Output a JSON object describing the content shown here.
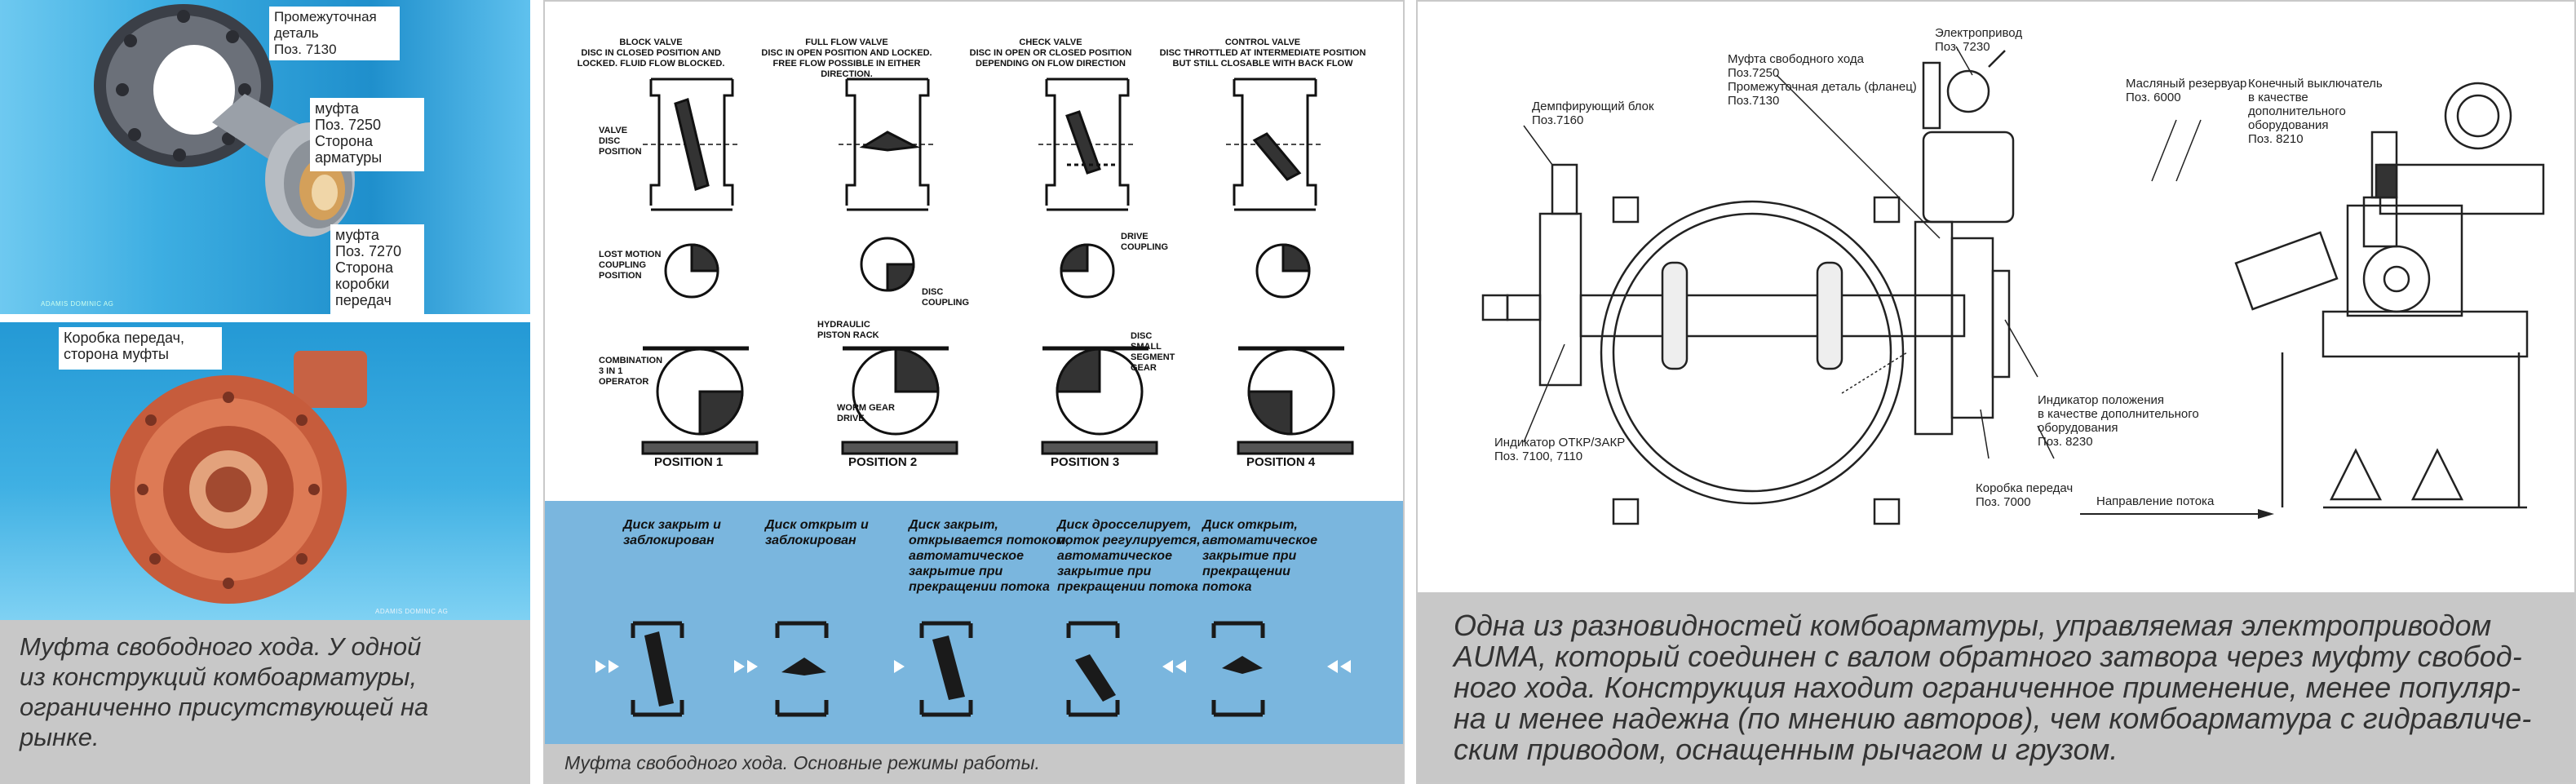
{
  "panel1": {
    "top_photo_credit": "ADAMIS DOMINIC AG",
    "bottom_photo_credit": "ADAMIS DOMINIC AG",
    "label_intermediate": [
      "Промежуточная",
      "деталь",
      "Поз. 7130"
    ],
    "label_coupling_valve": [
      "муфта",
      "Поз. 7250",
      "Сторона",
      "арматуры"
    ],
    "label_coupling_gearbox": [
      "муфта",
      "Поз. 7270",
      "Сторона",
      "коробки",
      "передач"
    ],
    "label_gearbox": [
      "Коробка передач,",
      "сторона муфты"
    ],
    "caption": [
      "Муфта свободного хода. У одной",
      "из конструкций комбоарматуры,",
      "ограниченно присутствующей на",
      "рынке."
    ]
  },
  "panel2": {
    "headers": [
      {
        "title": "BLOCK VALVE",
        "text": [
          "DISC IN CLOSED POSITION AND",
          "LOCKED. FLUID FLOW BLOCKED."
        ]
      },
      {
        "title": "FULL FLOW VALVE",
        "text": [
          "DISC IN OPEN POSITION AND LOCKED.",
          "FREE FLOW POSSIBLE IN EITHER DIRECTION."
        ]
      },
      {
        "title": "CHECK VALVE",
        "text": [
          "DISC IN OPEN OR CLOSED POSITION",
          "DEPENDING ON FLOW DIRECTION"
        ]
      },
      {
        "title": "CONTROL VALVE",
        "text": [
          "DISC THROTTLED AT INTERMEDIATE POSITION",
          "BUT STILL CLOSABLE WITH BACK FLOW"
        ]
      }
    ],
    "row_labels": {
      "valve_disc": [
        "VALVE",
        "DISC",
        "POSITION"
      ],
      "lost_motion": [
        "LOST MOTION",
        "COUPLING",
        "POSITION"
      ],
      "combination": [
        "COMBINATION",
        "3 IN 1",
        "OPERATOR"
      ]
    },
    "callouts": {
      "disc_coupling": [
        "DISC",
        "COUPLING"
      ],
      "drive_coupling": [
        "DRIVE",
        "COUPLING"
      ],
      "hydraulic": [
        "HYDRAULIC",
        "PISTON RACK"
      ],
      "worm_gear": [
        "WORM GEAR",
        "DRIVE"
      ],
      "disc_segment": [
        "DISC",
        "SMALL",
        "SEGMENT",
        "GEAR"
      ]
    },
    "positions": [
      "POSITION 1",
      "POSITION 2",
      "POSITION 3",
      "POSITION 4"
    ],
    "modes": [
      [
        "Диск закрыт и",
        "заблокирован"
      ],
      [
        "Диск открыт и",
        "заблокирован"
      ],
      [
        "Диск закрыт,",
        "открывается потоком,",
        "автоматическое",
        "закрытие при",
        "прекращении потока"
      ],
      [
        "Диск  дросселирует,",
        "поток  регулируется,",
        "автоматическое",
        "закрытие при",
        "прекращении потока"
      ],
      [
        "Диск открыт,",
        "автоматическое",
        "закрытие при",
        "прекращении",
        "потока"
      ]
    ],
    "caption": "Муфта свободного хода. Основные режимы работы."
  },
  "panel3": {
    "labels": {
      "damper": [
        "Демпфирующий блок",
        "Поз.7160"
      ],
      "coupling": [
        "Муфта свободного хода",
        "Поз.7250",
        "Промежуточная деталь (фланец)",
        "Поз.7130"
      ],
      "actuator": [
        "Электропривод",
        "Поз. 7230"
      ],
      "oil": [
        "Масляный резервуар",
        "Поз. 6000"
      ],
      "limit": [
        "Конечный выключатель",
        "в качестве",
        "дополнительного",
        "оборудования",
        "Поз. 8210"
      ],
      "indicator_open": [
        "Индикатор ОТКР/ЗАКР",
        "Поз. 7100, 7110"
      ],
      "position_indicator": [
        "Индикатор положения",
        "в качестве дополнительного",
        "оборудования",
        "Поз. 8230"
      ],
      "gearbox": [
        "Коробка передач",
        "Поз. 7000"
      ],
      "flow": "Направление потока"
    },
    "caption": [
      "Одна из разновидностей комбоарматуры, управляемая электроприводом",
      "AUMA, который соединен с валом обратного затвора через муфту свобод-",
      "ного хода. Конструкция находит ограниченное применение, менее популяр-",
      "на и менее надежна (по мнению авторов), чем комбоарматура с гидравличе-",
      "ским приводом, оснащенным рычагом и грузом."
    ]
  },
  "colors": {
    "blue": "#7ab6de",
    "caption_gray": "#c8c8c8",
    "photo_blue": "#2aa0d4"
  }
}
